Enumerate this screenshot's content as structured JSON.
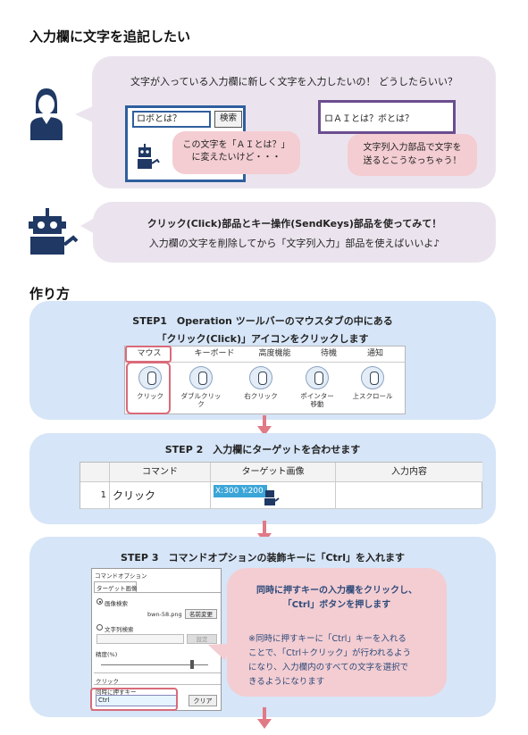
{
  "heading_problem": "入力欄に文字を追記したい",
  "user_bubble": {
    "question": "文字が入っている入力欄に新しく文字を入力したいの！ どうしたらいい？",
    "left_input_value": "ロボとは？",
    "search_button": "検索",
    "left_note_line1": "この文字を「ＡＩとは？」",
    "left_note_line2": "に変えたいけど・・・",
    "right_input_value": "ロＡＩとは？ボとは？",
    "right_note_line1": "文字列入力部品で文字を",
    "right_note_line2": "送るとこうなっちゃう！"
  },
  "robot_bubble": {
    "line1": "クリック(Click)部品とキー操作(SendKeys)部品を使ってみて！",
    "line2": "入力欄の文字を削除してから「文字列入力」部品を使えばいいよ♪"
  },
  "heading_method": "作り方",
  "step1": {
    "line1": "STEP1　Operation ツールバーのマウスタブの中にある",
    "line2": "「クリック(Click)」アイコンをクリックします",
    "tabs": [
      "マウス",
      "キーボード",
      "高度機能",
      "待機",
      "通知"
    ],
    "icons": [
      "クリック",
      "ダブルクリック",
      "右クリック",
      "ポインター\n移動",
      "上スクロール"
    ]
  },
  "step2": {
    "title": "STEP 2　入力欄にターゲットを合わせます",
    "col_command": "コマンド",
    "col_target": "ターゲット画像",
    "col_input": "入力内容",
    "row_number": "1",
    "row_command": "クリック",
    "row_target_coords": "X:300 Y:200"
  },
  "step3": {
    "title": "STEP 3　コマンドオプションの装飾キーに「Ctrl」を入れます",
    "dialog": {
      "title": "コマンドオプション",
      "target_image_tab": "ターゲット画像",
      "image_search": "画像検索",
      "file_name": "bwn-58.png",
      "change_name": "名前変更",
      "string_search": "文字列検索",
      "set_button": "設定",
      "accuracy_label": "精度(%)",
      "click_label": "クリック",
      "modifier_label": "同時に押すキー",
      "modifier_value": "Ctrl",
      "clear_button": "クリア"
    },
    "note_bold1": "同時に押すキーの入力欄をクリックし、",
    "note_bold2": "「Ctrl」ボタンを押します",
    "note_lines": [
      "※同時に押すキーに「Ctrl」キーを入れる",
      "ことで、「Ctrl＋クリック」が行われるよう",
      "になり、入力欄内のすべての文字を選択で",
      "きるようになります"
    ]
  },
  "colors": {
    "bubble": "#ebe4ee",
    "step_panel": "#d6e5f7",
    "pink_note": "#f3cdd2",
    "arrow": "#e07a86",
    "navy": "#1f3864",
    "purple_frame": "#6b4d8f",
    "blue_frame": "#2f5f9e"
  }
}
